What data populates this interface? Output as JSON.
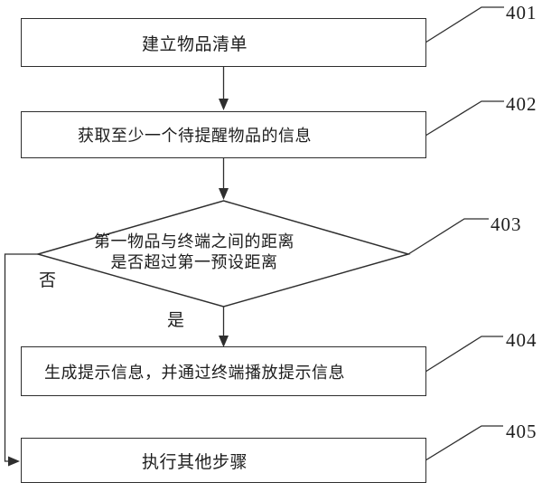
{
  "figure_type": "patent-flowchart",
  "colors": {
    "background": "#ffffff",
    "line": "#2e2e2e",
    "text": "#1d1d1d"
  },
  "steps": {
    "s401": {
      "ref": "401",
      "text": "建立物品清单"
    },
    "s402": {
      "ref": "402",
      "text": "获取至少一个待提醒物品的信息"
    },
    "s403": {
      "ref": "403",
      "line1": "第一物品与终端之间的距离",
      "line2": "是否超过第一预设距离"
    },
    "s404": {
      "ref": "404",
      "text": "生成提示信息，并通过终端播放提示信息"
    },
    "s405": {
      "ref": "405",
      "text": "执行其他步骤"
    }
  },
  "branches": {
    "yes": "是",
    "no": "否"
  }
}
